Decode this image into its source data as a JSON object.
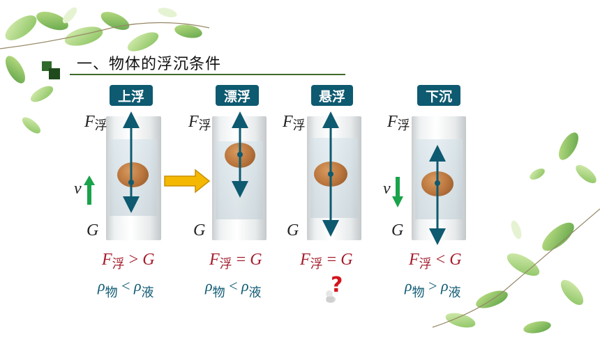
{
  "title": "一、物体的浮沉条件",
  "icons": {
    "title_bullet": "green-squares-icon",
    "leaves": "leaf-decoration-icon",
    "question": "question-mark-icon",
    "transition_arrow": "right-arrow-icon"
  },
  "colors": {
    "tab_bg": "#0e5a70",
    "arrow": "#0e5a70",
    "condition": "#a51d2d",
    "density": "#0f5a73",
    "velocity_arrow": "#1aa34a",
    "transition_arrow": "#f5b800"
  },
  "panels": [
    {
      "tab": "上浮",
      "f_symbol": "F",
      "f_sub": "浮",
      "g_label": "G",
      "v_label": "v",
      "v_direction": "up",
      "cond_left": "F",
      "cond_sub": "浮",
      "cond_op": ">",
      "cond_right": "G",
      "rho_left": "ρ",
      "rho_left_sub": "物",
      "rho_op": "<",
      "rho_right": "ρ",
      "rho_right_sub": "液"
    },
    {
      "tab": "漂浮",
      "f_symbol": "F",
      "f_sub": "浮",
      "g_label": "G",
      "cond_left": "F",
      "cond_sub": "浮",
      "cond_op": "=",
      "cond_right": "G",
      "rho_left": "ρ",
      "rho_left_sub": "物",
      "rho_op": "<",
      "rho_right": "ρ",
      "rho_right_sub": "液"
    },
    {
      "tab": "悬浮",
      "f_symbol": "F",
      "f_sub": "浮",
      "g_label": "G",
      "cond_left": "F",
      "cond_sub": "浮",
      "cond_op": "=",
      "cond_right": "G",
      "question": "?"
    },
    {
      "tab": "下沉",
      "f_symbol": "F",
      "f_sub": "浮",
      "g_label": "G",
      "v_label": "v",
      "v_direction": "down",
      "cond_left": "F",
      "cond_sub": "浮",
      "cond_op": "<",
      "cond_right": "G",
      "rho_left": "ρ",
      "rho_left_sub": "物",
      "rho_op": ">",
      "rho_right": "ρ",
      "rho_right_sub": "液"
    }
  ]
}
